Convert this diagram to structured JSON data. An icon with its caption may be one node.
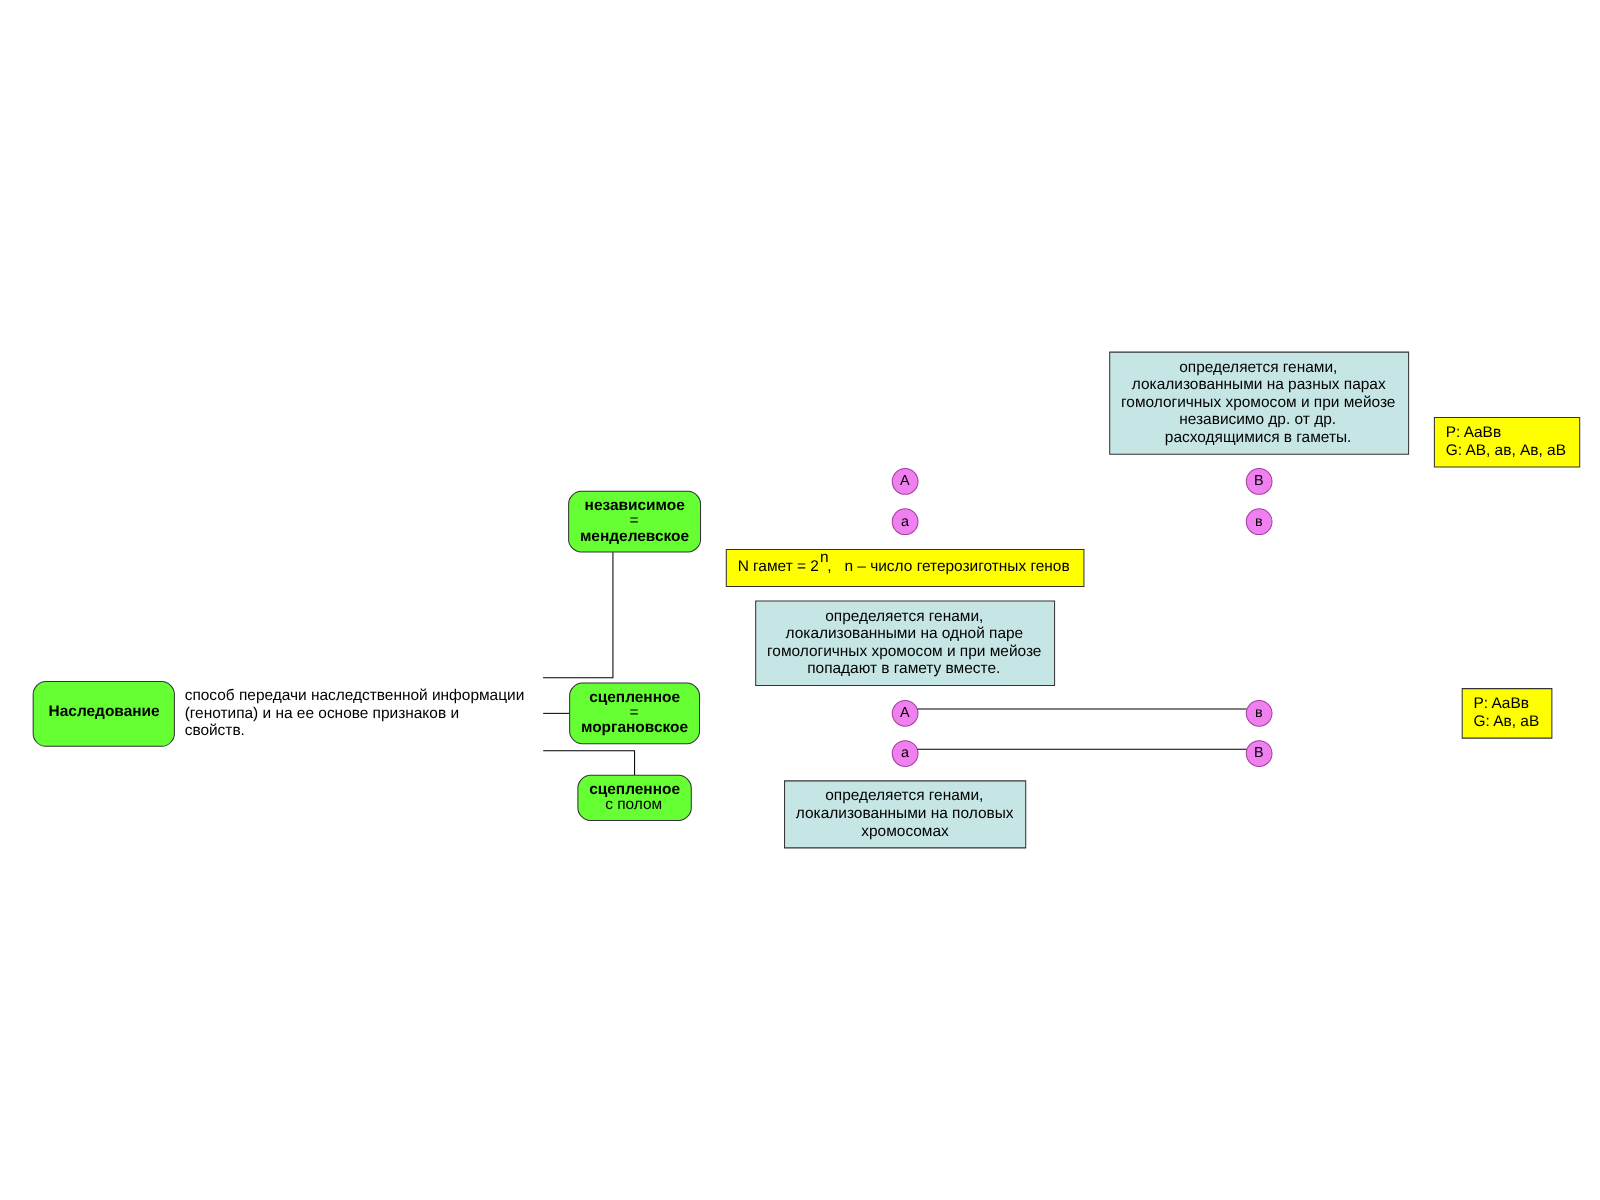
{
  "diagram": {
    "nodes": [
      {
        "text": [
          "Наследование"
        ],
        "beside": [
          "способ передачи наследственной информации (генотипа) и на ее основе признаков и свойств."
        ]
      },
      {
        "text": [
          "**независимое** = **менделевское**"
        ]
      },
      {
        "text": [
          "определяется генами, локализованными на разных парах гомологичных хромосом и при мейозе независимо др. от др. расходящимися в гаметы."
        ]
      },
      {
        "text": [
          "A"
        ]
      },
      {
        "text": [
          "a"
        ]
      },
      {
        "text": [
          "B"
        ]
      },
      {
        "text": [
          "в"
        ]
      },
      {
        "text": [
          "P: AaBв",
          "G: AB, aв, Aв, aB"
        ]
      },
      {
        "text": [
          "N гамет = 2$^{n}$,   n – число гетерозиготных генов"
        ]
      },
      {
        "text": [
          "**сцепленное** = **моргановское**"
        ]
      },
      {
        "text": [
          "определяется генами, локализованными на одной паре гомологичных хромосом и при мейозе попадают в гамету вместе."
        ]
      },
      {
        "text": [
          "A"
        ]
      },
      {
        "text": [
          "в"
        ]
      },
      {
        "text": [
          "a"
        ]
      },
      {
        "text": [
          "B"
        ]
      },
      {
        "text": [
          "P: AaBв",
          "G: Aв, aB"
        ]
      },
      {
        "text": [
          "**сцепленное** с полом"
        ]
      },
      {
        "text": [
          "определяется генами, локализованными на половых хромосомах"
        ]
      }
    ],
    "edges": [
      {
        "from": 0,
        "to": 1,
        "arrow": "none"
      },
      {
        "from": 0,
        "to": 9,
        "arrow": "none"
      },
      {
        "from": 0,
        "to": 16,
        "arrow": "none"
      },
      {
        "from": 11,
        "to": 12,
        "arrow": "none"
      },
      {
        "from": 13,
        "to": 14,
        "arrow": "none"
      }
    ]
  }
}
